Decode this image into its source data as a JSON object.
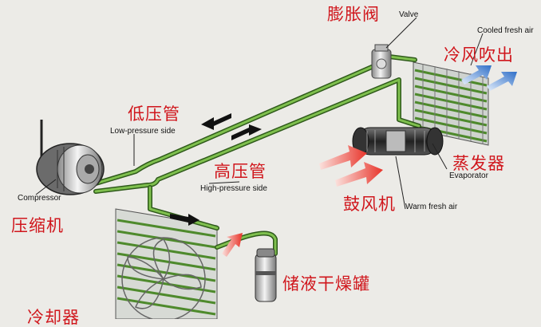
{
  "labels": {
    "valve_cn": "膨胀阀",
    "valve_en": "Valve",
    "cooled_air_en": "Cooled fresh air",
    "cold_air_cn": "冷风吹出",
    "low_pressure_cn": "低压管",
    "low_pressure_en": "Low-pressure side",
    "high_pressure_cn": "高压管",
    "high_pressure_en": "High-pressure side",
    "evaporator_cn": "蒸发器",
    "evaporator_en": "Evaporator",
    "compressor_en": "Compressor",
    "compressor_cn": "压缩机",
    "blower_cn": "鼓风机",
    "warm_air_en": "Warm fresh air",
    "receiver_drier_cn": "储液干燥罐",
    "condenser_cn": "冷却器"
  },
  "colors": {
    "label_red": "#d0161c",
    "pipe_green": "#4e8a2c",
    "warm_arrow": "#e8342a",
    "cool_arrow": "#2f6fc8",
    "background": "#ecebe7"
  }
}
